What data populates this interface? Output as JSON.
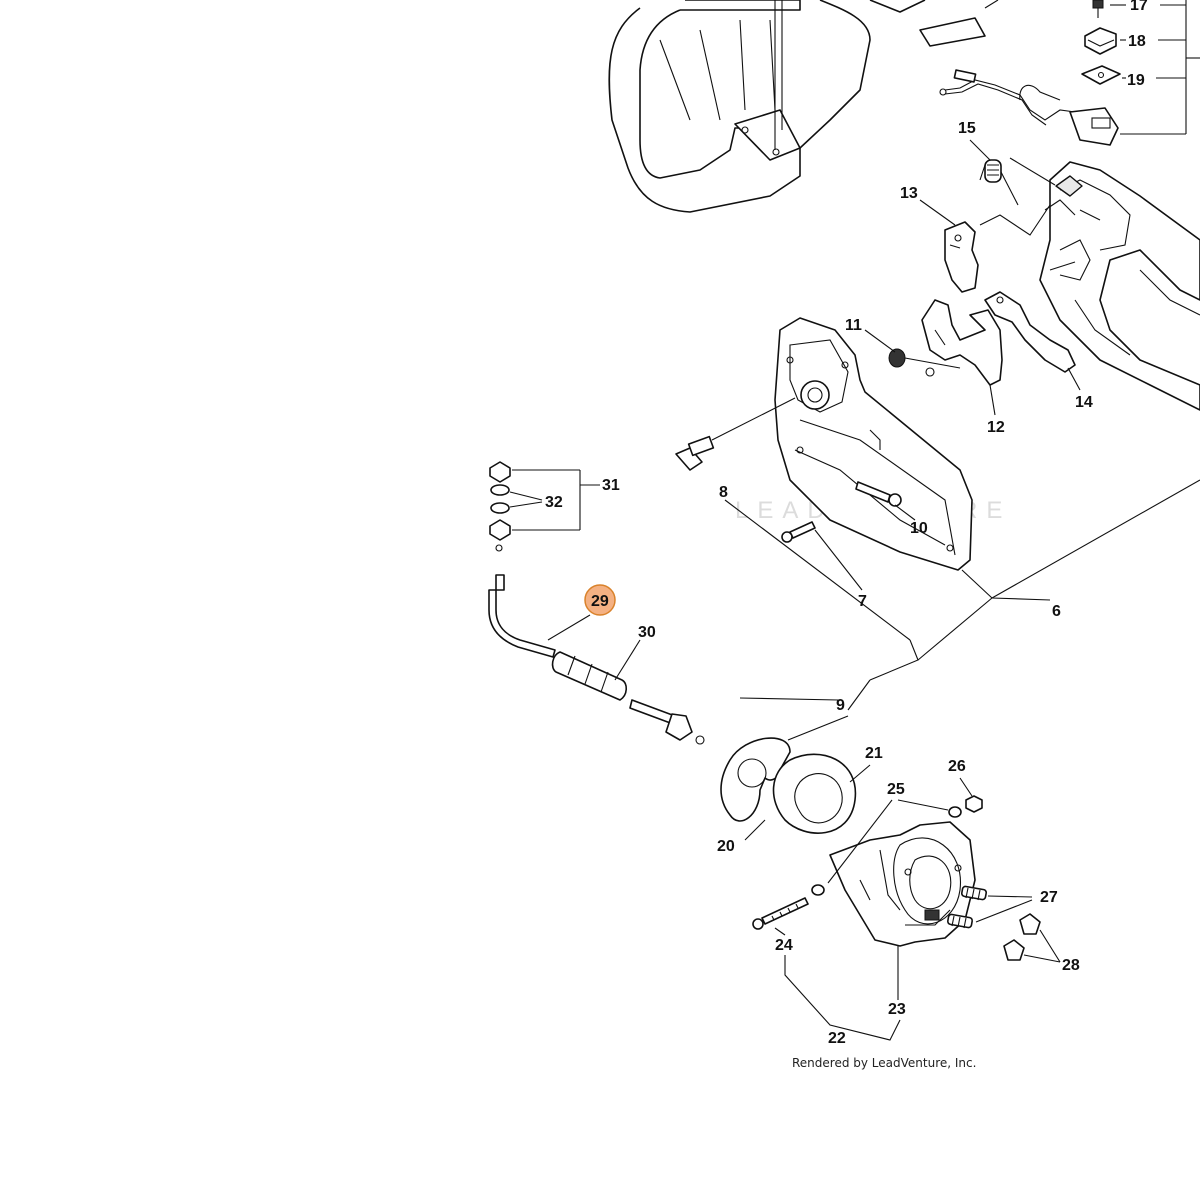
{
  "diagram": {
    "highlight_color": "#f4b183",
    "highlight_stroke": "#d9822b",
    "highlighted_callout": "29",
    "callouts": [
      {
        "id": "6",
        "text": "6"
      },
      {
        "id": "7",
        "text": "7"
      },
      {
        "id": "8",
        "text": "8"
      },
      {
        "id": "9",
        "text": "9"
      },
      {
        "id": "10",
        "text": "10"
      },
      {
        "id": "11",
        "text": "11"
      },
      {
        "id": "12",
        "text": "12"
      },
      {
        "id": "13",
        "text": "13"
      },
      {
        "id": "14",
        "text": "14"
      },
      {
        "id": "15",
        "text": "15"
      },
      {
        "id": "17",
        "text": "17"
      },
      {
        "id": "18",
        "text": "18"
      },
      {
        "id": "19",
        "text": "19"
      },
      {
        "id": "20",
        "text": "20"
      },
      {
        "id": "21",
        "text": "21"
      },
      {
        "id": "22",
        "text": "22"
      },
      {
        "id": "23",
        "text": "23"
      },
      {
        "id": "24",
        "text": "24"
      },
      {
        "id": "25",
        "text": "25"
      },
      {
        "id": "26",
        "text": "26"
      },
      {
        "id": "27",
        "text": "27"
      },
      {
        "id": "28",
        "text": "28"
      },
      {
        "id": "29",
        "text": "29"
      },
      {
        "id": "30",
        "text": "30"
      },
      {
        "id": "31",
        "text": "31"
      },
      {
        "id": "32",
        "text": "32"
      }
    ],
    "watermark": "LEADVENTURE",
    "credit": "Rendered by LeadVenture, Inc."
  }
}
